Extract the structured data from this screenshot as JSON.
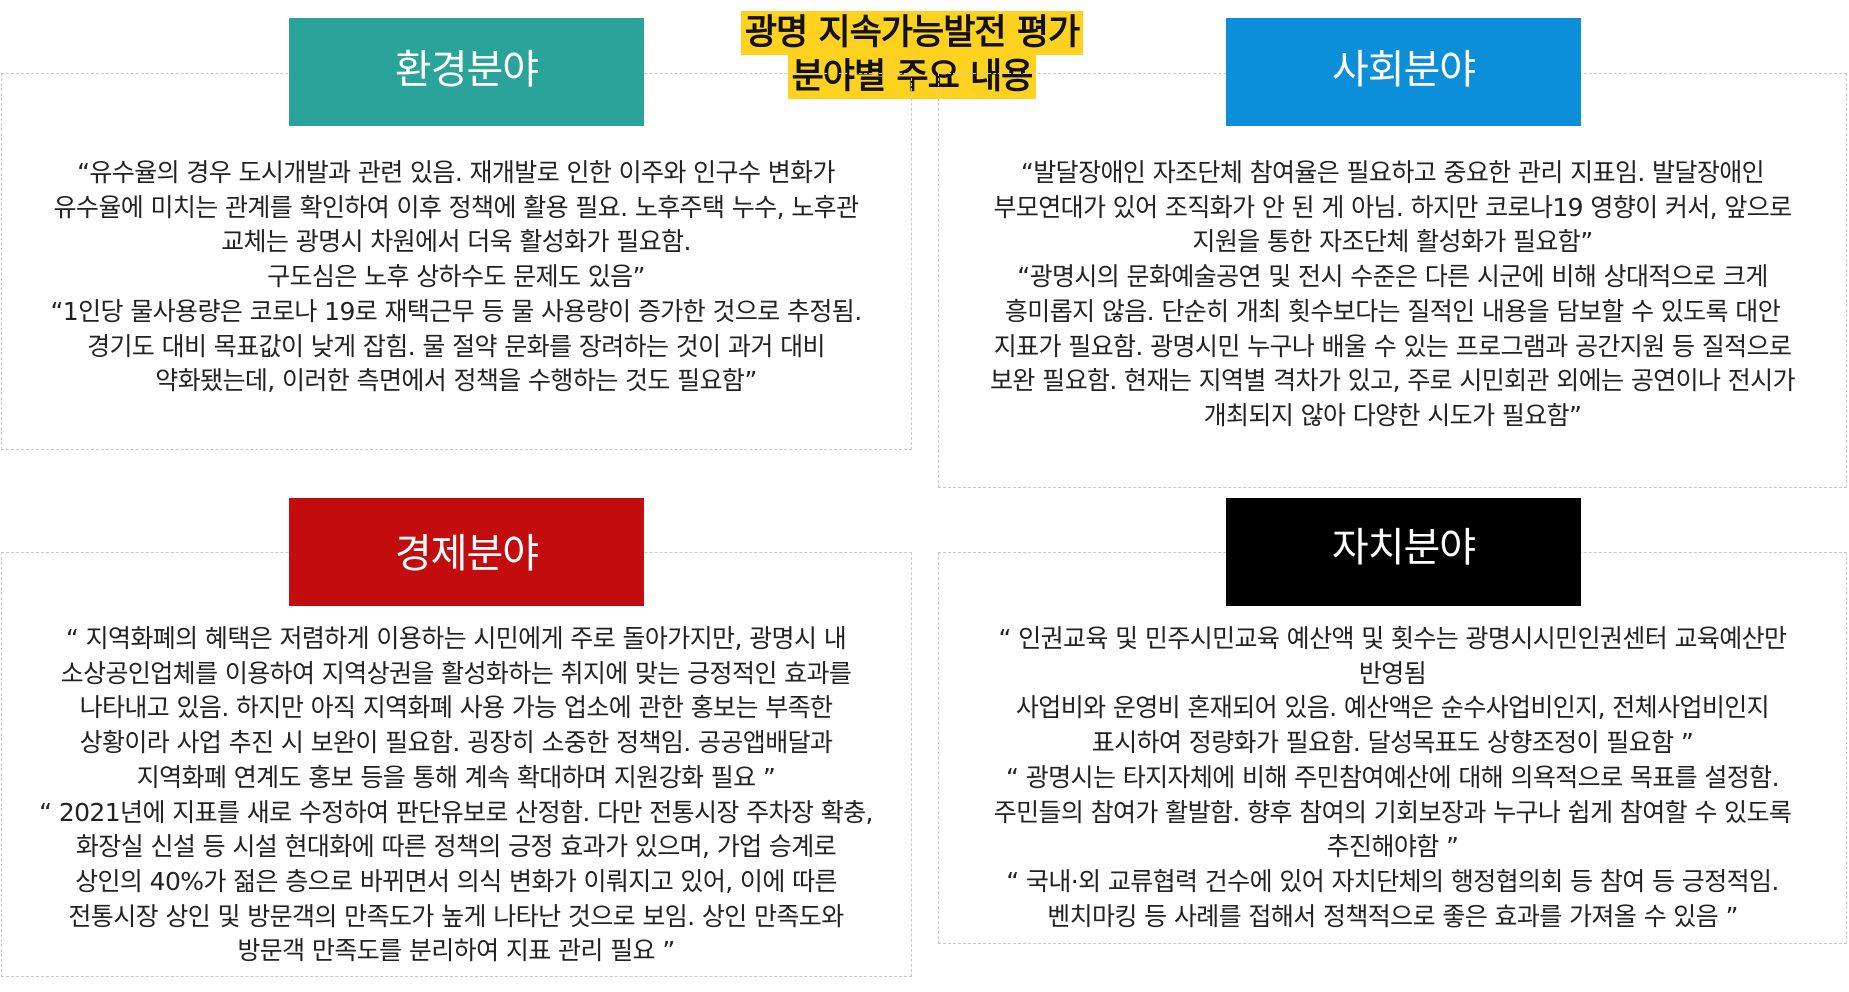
{
  "title": {
    "line1": "광명 지속가능발전 평가",
    "line2": "분야별 주요 내용"
  },
  "colors": {
    "env": "#2aa39a",
    "social": "#0d8ed8",
    "economy": "#c20c0e",
    "autonomy": "#000000",
    "title_highlight": "#ffd21f"
  },
  "sections": {
    "env": {
      "title": "환경분야",
      "lines": [
        "“유수율의 경우 도시개발과 관련 있음. 재개발로 인한 이주와 인구수 변화가",
        "유수율에 미치는 관계를 확인하여 이후 정책에 활용 필요. 노후주택 누수, 노후관",
        "교체는 광명시 차원에서 더욱 활성화가 필요함.",
        "구도심은 노후 상하수도 문제도 있음”",
        "“1인당 물사용량은 코로나 19로 재택근무 등 물 사용량이 증가한 것으로 추정됨.",
        "경기도 대비 목표값이 낮게 잡힘. 물 절약 문화를 장려하는 것이 과거 대비",
        "약화됐는데, 이러한 측면에서 정책을 수행하는 것도 필요함”"
      ]
    },
    "social": {
      "title": "사회분야",
      "lines": [
        "“발달장애인 자조단체 참여율은 필요하고 중요한 관리 지표임. 발달장애인",
        "부모연대가 있어 조직화가 안 된 게 아님. 하지만 코로나19 영향이 커서, 앞으로",
        "지원을 통한 자조단체 활성화가 필요함”",
        "“광명시의 문화예술공연 및 전시 수준은 다른 시군에 비해 상대적으로 크게",
        "흥미롭지 않음. 단순히 개최 횟수보다는 질적인 내용을 담보할 수 있도록 대안",
        "지표가 필요함. 광명시민 누구나 배울 수 있는 프로그램과 공간지원 등 질적으로",
        "보완 필요함. 현재는 지역별 격차가 있고, 주로 시민회관 외에는 공연이나 전시가",
        "개최되지 않아 다양한 시도가 필요함”"
      ]
    },
    "economy": {
      "title": "경제분야",
      "lines": [
        "“ 지역화폐의 혜택은 저렴하게 이용하는 시민에게 주로 돌아가지만, 광명시 내",
        "소상공인업체를 이용하여 지역상권을 활성화하는 취지에 맞는 긍정적인 효과를",
        "나타내고 있음. 하지만 아직 지역화폐 사용 가능 업소에 관한 홍보는 부족한",
        "상황이라 사업 추진 시 보완이 필요함. 굉장히 소중한 정책임. 공공앱배달과",
        "지역화폐 연계도 홍보 등을 통해 계속 확대하며 지원강화 필요 ”",
        "“ 2021년에 지표를 새로 수정하여 판단유보로 산정함. 다만 전통시장 주차장 확충,",
        "화장실 신설 등 시설 현대화에 따른 정책의 긍정 효과가 있으며, 가업 승계로",
        "상인의 40%가 젊은 층으로 바뀌면서 의식 변화가 이뤄지고 있어, 이에 따른",
        "전통시장 상인 및 방문객의 만족도가 높게 나타난 것으로 보임. 상인 만족도와",
        "방문객 만족도를 분리하여 지표 관리 필요 ”"
      ]
    },
    "autonomy": {
      "title": "자치분야",
      "lines": [
        "“ 인권교육 및 민주시민교육 예산액 및 횟수는 광명시시민인권센터 교육예산만",
        "반영됨",
        "사업비와 운영비 혼재되어 있음. 예산액은 순수사업비인지, 전체사업비인지",
        "표시하여 정량화가 필요함. 달성목표도 상향조정이 필요함 ”",
        "“ 광명시는 타지자체에 비해 주민참여예산에 대해 의욕적으로 목표를 설정함.",
        "주민들의 참여가 활발함. 향후 참여의 기회보장과 누구나 쉽게 참여할 수 있도록",
        "추진해야함 ”",
        "“ 국내·외 교류협력 건수에 있어 자치단체의 행정협의회 등 참여 등 긍정적임.",
        "벤치마킹 등 사례를 접해서 정책적으로 좋은 효과를 가져올 수 있음 ”"
      ]
    }
  }
}
